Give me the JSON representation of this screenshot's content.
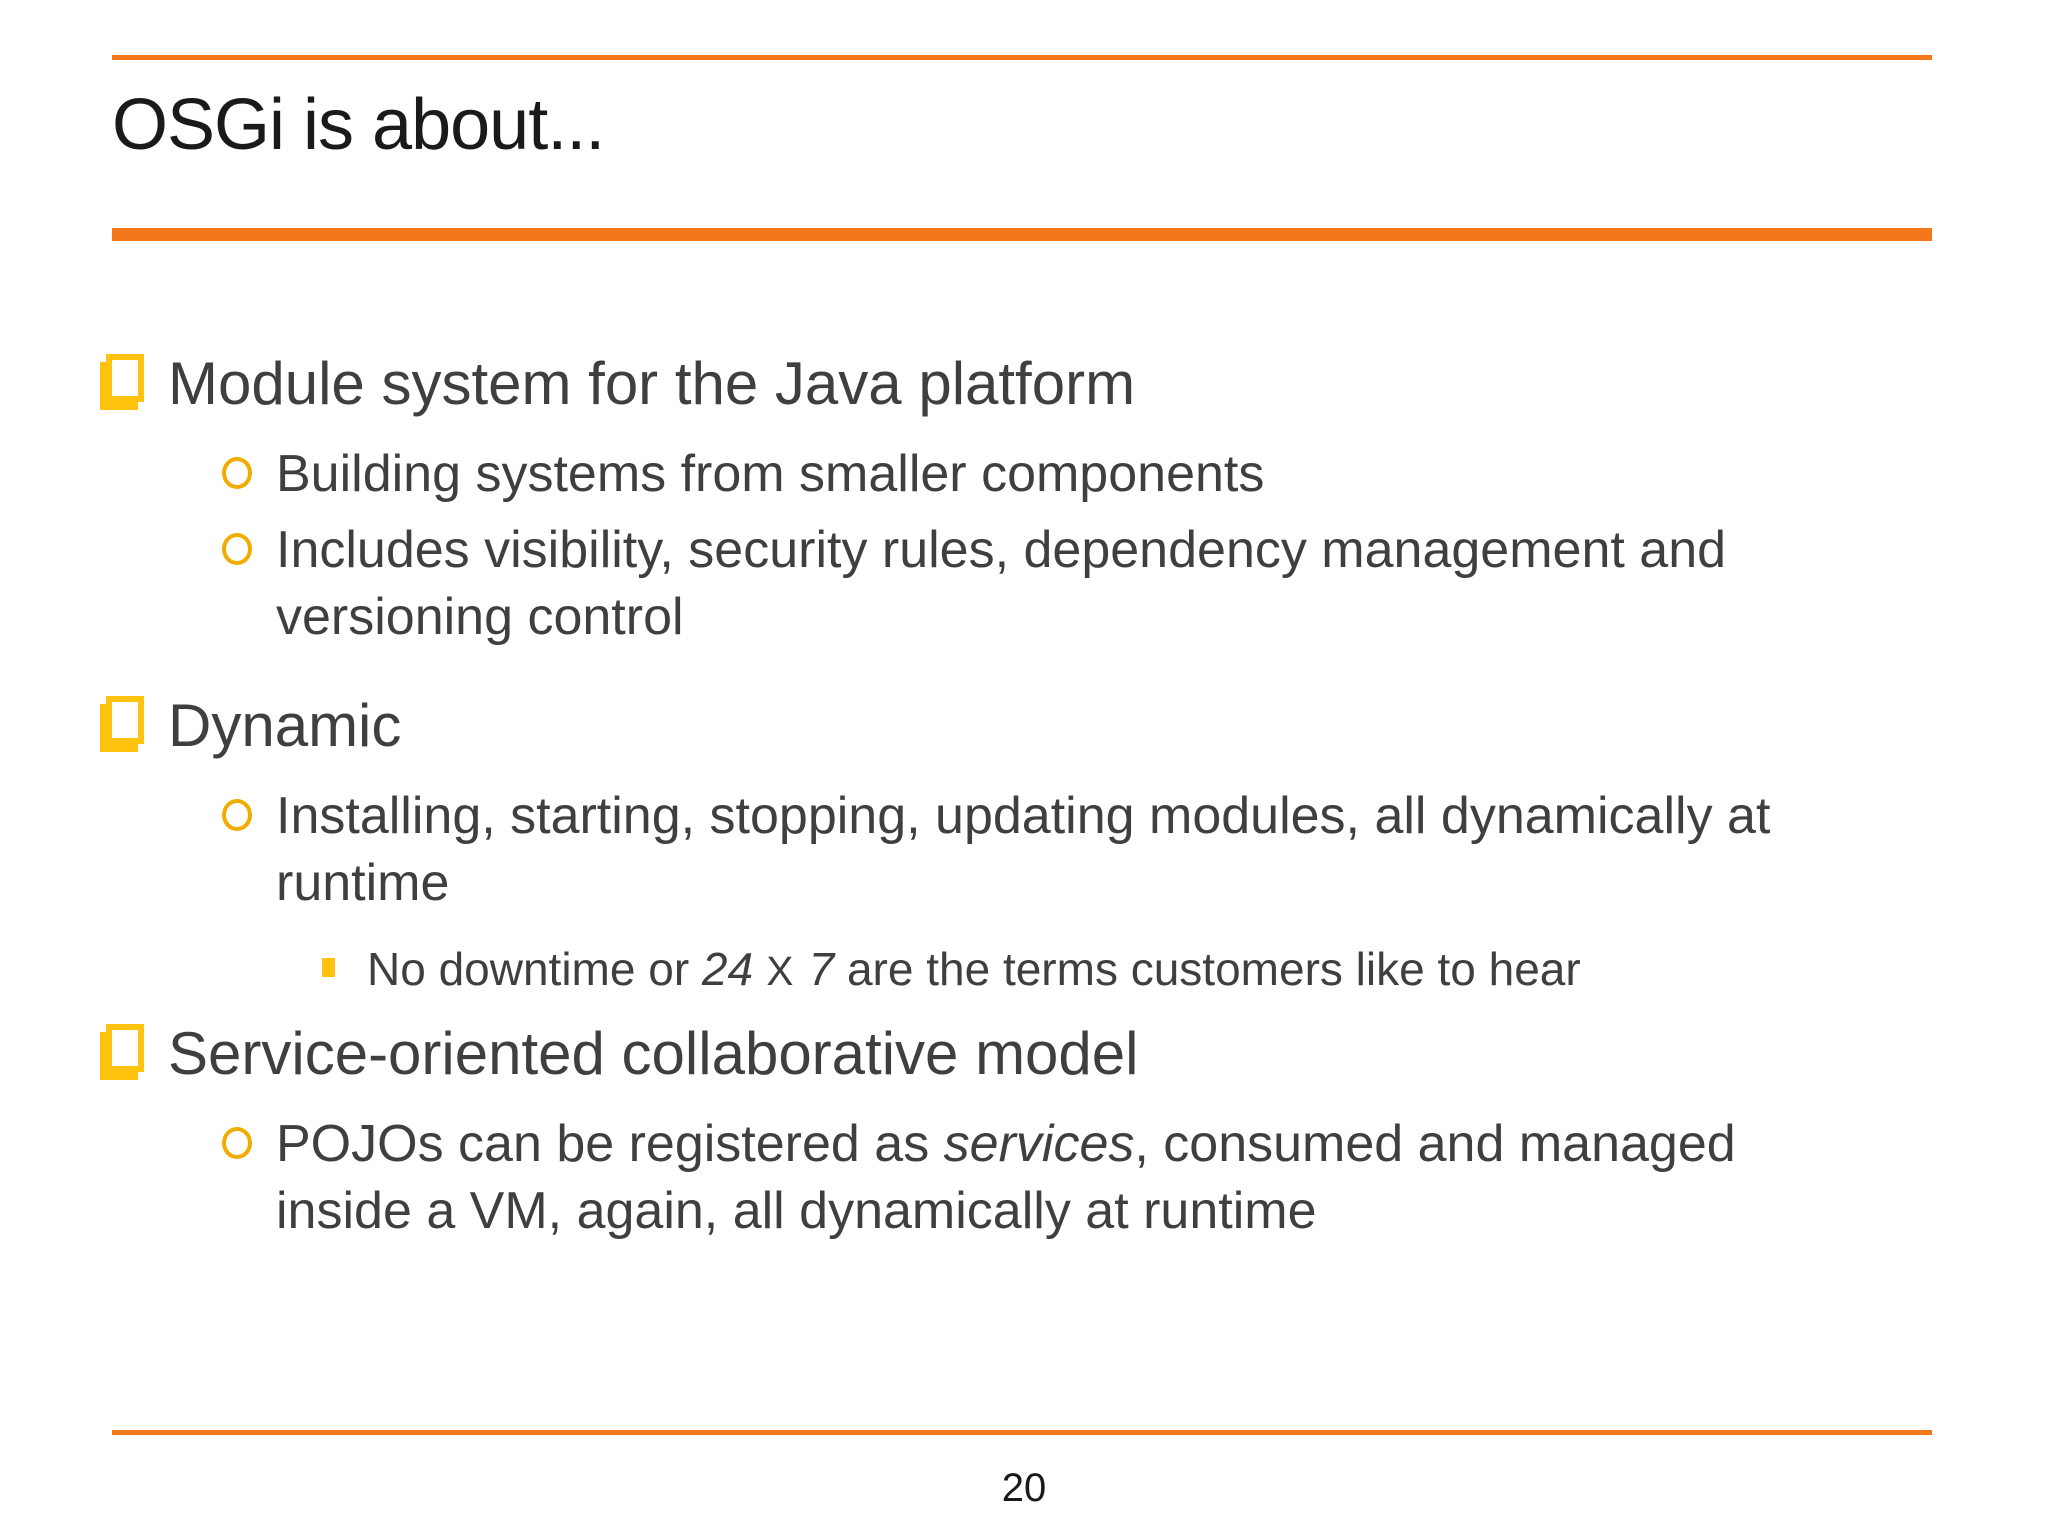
{
  "slide": {
    "title": "OSGi is about...",
    "page_number": "20",
    "colors": {
      "accent_orange": "#F4771A",
      "bullet_gold": "#FFC20E",
      "circle_gold": "#F0AD00",
      "title_text": "#1A1A1A",
      "body_text": "#3F3F3F"
    },
    "icons": {
      "square_bullet_icon": "shadowed-hollow-square",
      "circle_bullet_icon": "hollow-circle",
      "small_square_bullet_icon": "filled-square"
    },
    "bullets": {
      "b1": {
        "label": "Module system for the Java platform",
        "sub1": "Building systems from smaller components",
        "sub2_lines": {
          "0": "Includes visibility, security rules, dependency management and",
          "1": "versioning control"
        }
      },
      "b2": {
        "label": "Dynamic",
        "sub1_lines": {
          "0": "Installing, starting, stopping, updating modules, all dynamically at",
          "1": "runtime"
        },
        "detail": {
          "pre": "No downtime or ",
          "num1": "24",
          "times": " X ",
          "num2": "7",
          "post": " are the terms customers like to hear"
        }
      },
      "b3": {
        "label": "Service-oriented collaborative model",
        "sub1": {
          "pre": "POJOs can be registered as ",
          "italic": "services",
          "post": ", consumed and managed",
          "line2": "inside a VM, again, all dynamically at runtime"
        }
      }
    }
  }
}
